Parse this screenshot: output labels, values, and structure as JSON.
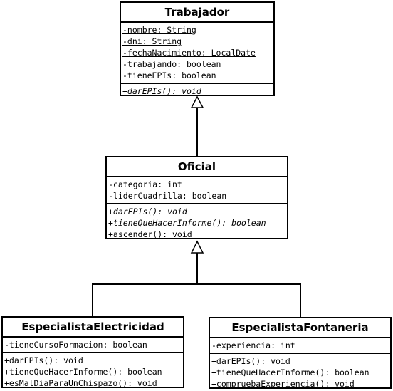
{
  "classes": {
    "trabajador": {
      "name": "Trabajador",
      "attributes": [
        "-nombre: String",
        "-dni: String",
        "-fechaNacimiento: LocalDate",
        "-trabajando: boolean",
        "-tieneEPIs: boolean"
      ],
      "methods": [
        "+darEPIs(): void"
      ]
    },
    "oficial": {
      "name": "Oficial",
      "attributes": [
        "-categoria: int",
        "-liderCuadrilla: boolean"
      ],
      "methods": [
        "+darEPIs(): void",
        "+tieneQueHacerInforme(): boolean",
        "+ascender(): void"
      ]
    },
    "electricidad": {
      "name": "EspecialistaElectricidad",
      "attributes": [
        "-tieneCursoFormacion: boolean"
      ],
      "methods": [
        "+darEPIs(): void",
        "+tieneQueHacerInforme(): boolean",
        "+esMalDiaParaUnChispazo(): void"
      ]
    },
    "fontaneria": {
      "name": "EspecialistaFontaneria",
      "attributes": [
        "-experiencia: int"
      ],
      "methods": [
        "+darEPIs(): void",
        "+tieneQueHacerInforme(): boolean",
        "+compruebaExperiencia(): void"
      ]
    }
  }
}
